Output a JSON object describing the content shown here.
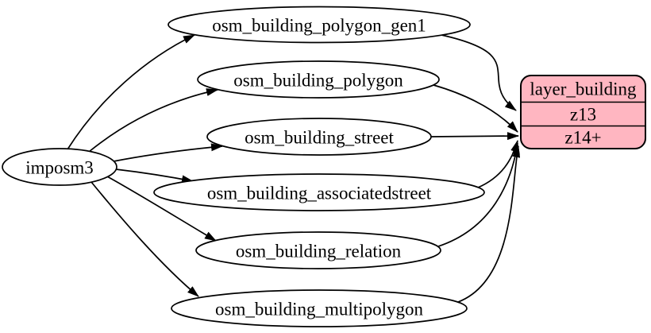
{
  "diagram": {
    "type": "flow-graph",
    "background": "#ffffff",
    "table_fill": "#ffffff",
    "edge_color": "#000000",
    "node_stroke": "#000000",
    "source": {
      "label": "imposm3"
    },
    "tables": [
      {
        "label": "osm_building_polygon_gen1"
      },
      {
        "label": "osm_building_polygon"
      },
      {
        "label": "osm_building_street"
      },
      {
        "label": "osm_building_associatedstreet"
      },
      {
        "label": "osm_building_relation"
      },
      {
        "label": "osm_building_multipolygon"
      }
    ],
    "layer": {
      "title": "layer_building",
      "rows": [
        {
          "label": "z13"
        },
        {
          "label": "z14+"
        }
      ],
      "fill": "#ffb6c1",
      "stroke": "#000000"
    },
    "edges": [
      {
        "from": "imposm3",
        "to": "osm_building_polygon_gen1"
      },
      {
        "from": "imposm3",
        "to": "osm_building_polygon"
      },
      {
        "from": "imposm3",
        "to": "osm_building_street"
      },
      {
        "from": "imposm3",
        "to": "osm_building_associatedstreet"
      },
      {
        "from": "imposm3",
        "to": "osm_building_relation"
      },
      {
        "from": "imposm3",
        "to": "osm_building_multipolygon"
      },
      {
        "from": "osm_building_polygon_gen1",
        "to": "layer_building:z13"
      },
      {
        "from": "osm_building_polygon",
        "to": "layer_building:z14+"
      },
      {
        "from": "osm_building_street",
        "to": "layer_building:z14+"
      },
      {
        "from": "osm_building_associatedstreet",
        "to": "layer_building:z14+"
      },
      {
        "from": "osm_building_relation",
        "to": "layer_building:z14+"
      },
      {
        "from": "osm_building_multipolygon",
        "to": "layer_building:z14+"
      }
    ]
  }
}
